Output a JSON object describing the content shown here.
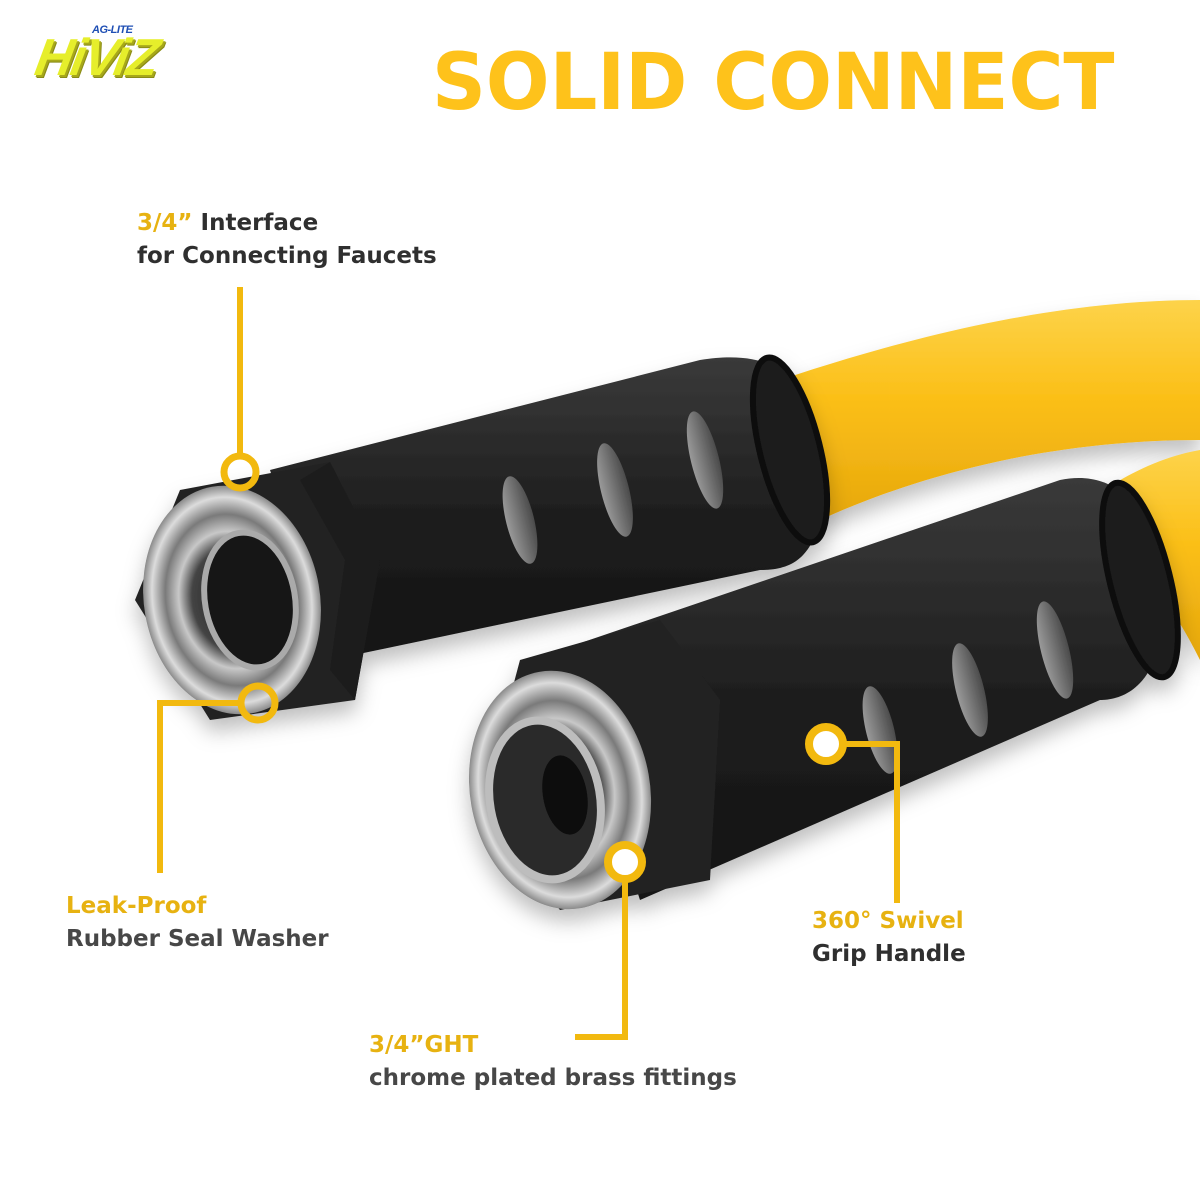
{
  "brand": {
    "logo_small": "AG-LITE",
    "logo_big": "HiViZ"
  },
  "header": {
    "title": "SOLID CONNECT"
  },
  "callouts": [
    {
      "accent": "3/4”",
      "line1_rest": " Interface",
      "line2": "for Connecting Faucets"
    },
    {
      "accent": "Leak-Proof",
      "line2": "Rubber Seal Washer"
    },
    {
      "accent": "360° Swivel",
      "line2": "Grip Handle"
    },
    {
      "accent": "3/4”GHT",
      "line2": "chrome plated brass fittings"
    }
  ],
  "colors": {
    "title_yellow": "#fec21b",
    "accent_yellow": "#e7b211",
    "hose_yellow": "#fbbf17",
    "fitting_black": "#1c1c1c",
    "text_dark": "#2f2f2f",
    "logo_yellow": "#e6ee2b",
    "logo_blue": "#1f4fb4"
  }
}
